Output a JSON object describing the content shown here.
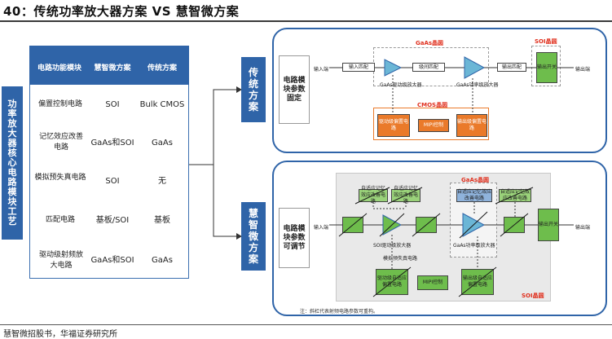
{
  "title": "40：传统功率放大器方案 VS 慧智微方案",
  "left_label": "功率放大器核心电路模块工艺",
  "table": {
    "headers": [
      "电路功能模块",
      "慧智微方案",
      "传统方案"
    ],
    "rows": [
      [
        "偏置控制电路",
        "SOI",
        "Bulk CMOS"
      ],
      [
        "记忆效应改善电路",
        "GaAs和SOI",
        "GaAs"
      ],
      [
        "模拟预失真电路",
        "SOI",
        "无"
      ],
      [
        "匹配电路",
        "基板/SOI",
        "基板"
      ],
      [
        "驱动级射频放大电路",
        "GaAs和SOI",
        "GaAs"
      ]
    ]
  },
  "arrow_top_label": "传统方案",
  "arrow_bottom_label": "慧智微方案",
  "top_panel": {
    "side_label": "电路模块参数固定",
    "gaas_title": "GaAs晶圆",
    "soi_title": "SOI晶圆",
    "cmos_title": "CMOS晶圆",
    "input": "输入端",
    "output": "输出端",
    "match_in": "输入匹配",
    "match_mid": "级间匹配",
    "match_out": "输出匹配",
    "driver_amp": "GaAs驱动级放大器",
    "power_amp": "GaAs功率级放大器",
    "switch": "输出开关",
    "bias_driver": "驱动级偏置电路",
    "mipi": "MIPI控制",
    "bias_out": "输出级偏置电路"
  },
  "bottom_panel": {
    "side_label": "电路模块参数可调节",
    "gaas_title": "GaAs晶圆",
    "soi_title": "SOI晶圆",
    "input": "输入端",
    "output": "输出端",
    "mem1": "自适应记忆效应改善电路",
    "mem2": "自适应记忆效应改善电路",
    "mem3": "自适应记忆效应改善电路",
    "mem4": "自适应记忆效应改善电路",
    "predist": "模拟预失真电路",
    "soi_driver": "SOI驱动级放大器",
    "gaas_power": "GaAs功率级放大器",
    "switch": "输出开关",
    "bias_driver": "驱动级自适应偏置电路",
    "mipi": "MIPI控制",
    "bias_out": "输出级自适应偏置电路",
    "note": "注：斜杠代表射频电路参数可重构。"
  },
  "source": "慧智微招股书，华福证券研究所",
  "colors": {
    "blue": "#2f64a8",
    "green": "#6ebd4c",
    "orange": "#ea7a2a",
    "red": "#e0301e",
    "lightblue": "#8fb3dc"
  }
}
